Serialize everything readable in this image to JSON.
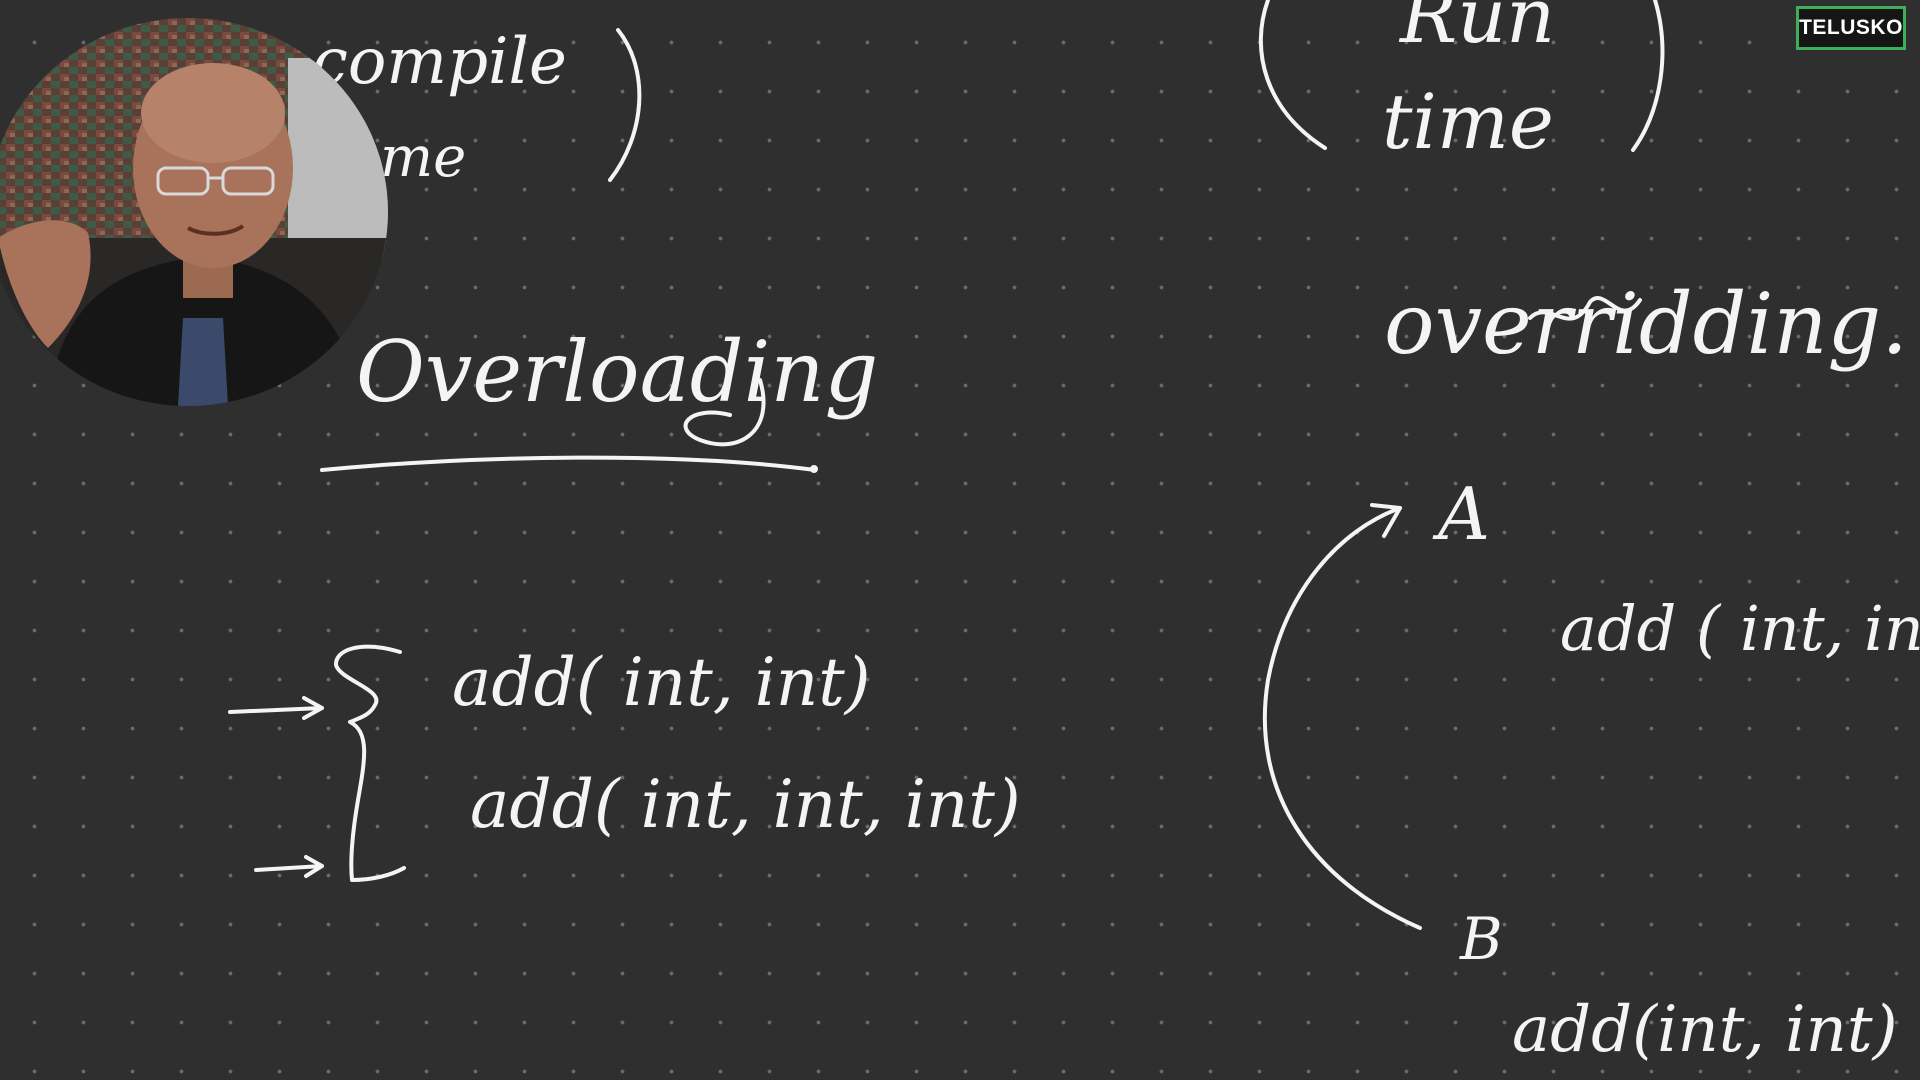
{
  "brand": {
    "logo_text": "TELUSKO",
    "logo_border_color": "#3fae5a"
  },
  "board": {
    "background_color": "#2f2f30",
    "ink_color": "#f4f4f4",
    "left": {
      "phase_text_line1": "compile",
      "phase_text_line2": "me",
      "heading": "Overloading",
      "methods": [
        "add( int, int)",
        "add( int, int, int)"
      ]
    },
    "right": {
      "phase_text_line1": "Run",
      "phase_text_line2": "time",
      "heading": "overridding.",
      "class_a": "A",
      "class_b": "B",
      "method_a": "add ( int, int)",
      "method_b": "add(int, int)"
    }
  },
  "presenter": {
    "icon": "presenter-webcam"
  }
}
